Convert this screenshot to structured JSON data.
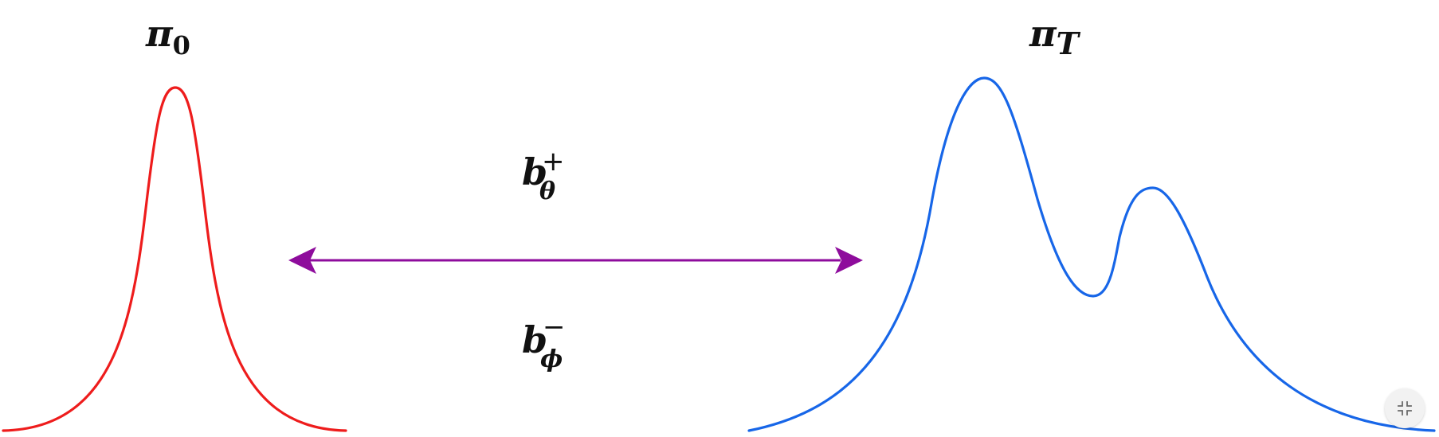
{
  "labels": {
    "left_distribution": {
      "symbol": "π",
      "subscript": "0"
    },
    "right_distribution": {
      "symbol": "π",
      "subscript": "T"
    },
    "forward_drift": {
      "symbol": "b",
      "subscript": "θ",
      "superscript": "+"
    },
    "backward_drift": {
      "symbol": "b",
      "subscript": "ϕ",
      "superscript": "−"
    }
  },
  "colors": {
    "left_curve": "#ee1c1c",
    "right_curve": "#1766e8",
    "arrow": "#8e0c9c",
    "text": "#111111"
  },
  "controls": {
    "collapse_button_icon": "collapse-icon"
  }
}
